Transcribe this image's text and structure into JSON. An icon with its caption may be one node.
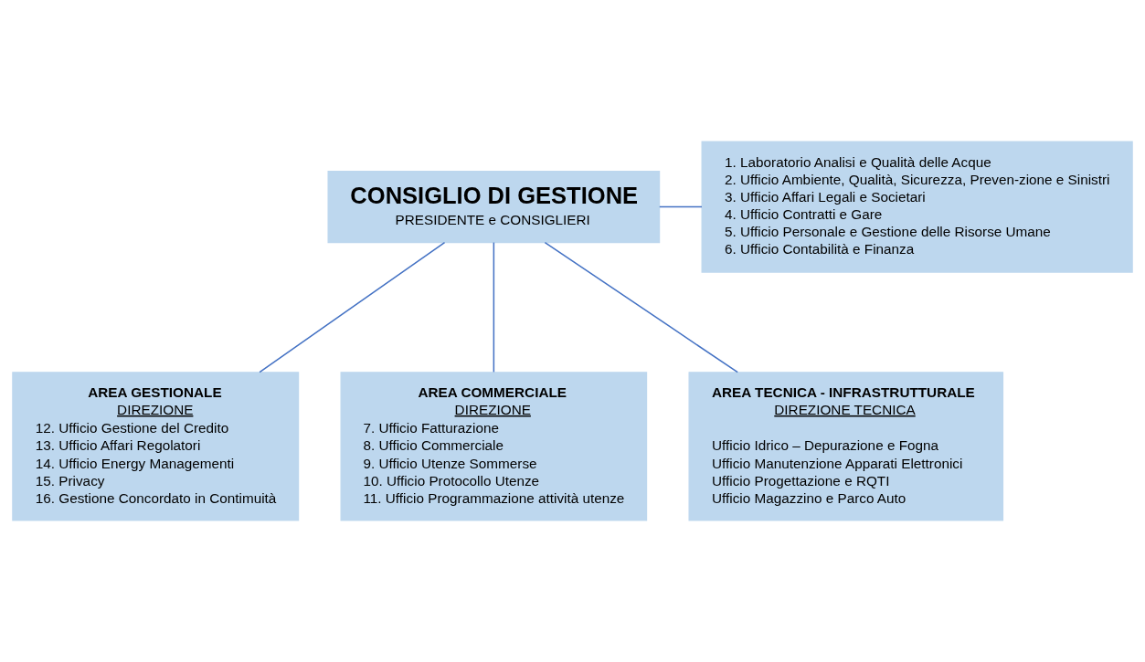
{
  "diagram": {
    "nodes": [
      {
        "text": [
          "CONSIGLIO DI GESTIONE",
          "PRESIDENTE e CONSIGLIERI"
        ]
      },
      {
        "text": [
          "1. Laboratorio Analisi e Qualità delle Acque",
          "2. Ufficio Ambiente, Qualità, Sicurezza, Preven-zione e Sinistri",
          "3. Ufficio Affari Legali e Societari",
          "4. Ufficio Contratti e Gare",
          "5. Ufficio Personale e Gestione delle Risorse Umane",
          "6. Ufficio Contabilità e Finanza"
        ]
      },
      {
        "text": [
          "AREA GESTIONALE",
          "DIREZIONE",
          "12. Ufficio Gestione del Credito",
          "13. Ufficio Affari Regolatori",
          "14. Ufficio Energy Managementi",
          "15. Privacy",
          "16. Gestione Concordato in Contimuità"
        ]
      },
      {
        "text": [
          "AREA COMMERCIALE",
          "DIREZIONE",
          "7. Ufficio Fatturazione",
          "8. Ufficio Commerciale",
          "9. Ufficio Utenze Sommerse",
          "10. Ufficio Protocollo Utenze",
          "11. Ufficio Programmazione attività utenze"
        ]
      },
      {
        "text": [
          "AREA TECNICA - INFRASTRUTTURALE",
          "DIREZIONE TECNICA",
          "Ufficio Idrico – Depurazione e Fogna",
          "Ufficio Manutenzione Apparati Elettronici",
          "Ufficio Progettazione e RQTI",
          "Ufficio Magazzino e Parco Auto"
        ]
      }
    ],
    "edges": [
      {
        "from": 0,
        "to": 1,
        "arrow": "none"
      },
      {
        "from": 0,
        "to": 2,
        "arrow": "none"
      },
      {
        "from": 0,
        "to": 3,
        "arrow": "none"
      },
      {
        "from": 0,
        "to": 4,
        "arrow": "none"
      }
    ]
  }
}
